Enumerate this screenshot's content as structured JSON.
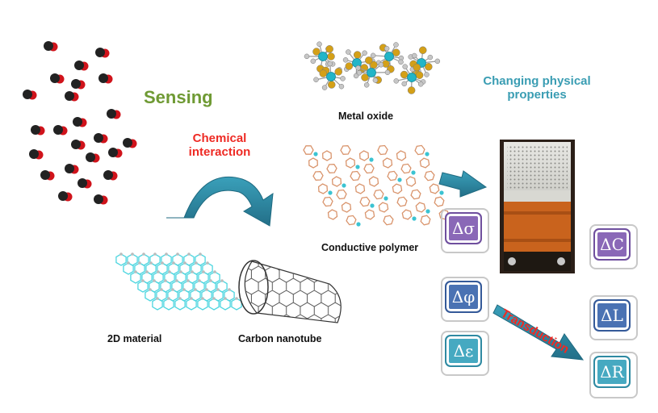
{
  "labels": {
    "sensing": "Sensing",
    "chemical_interaction": "Chemical interaction",
    "changing_physical_properties": "Changing physical properties",
    "metal_oxide": "Metal oxide",
    "conductive_polymer": "Conductive polymer",
    "material_2d": "2D material",
    "carbon_nanotube": "Carbon nanotube",
    "transduction": "Transduction"
  },
  "badges": {
    "sigma": "Δσ",
    "phi": "Δφ",
    "epsilon": "Δε",
    "C": "ΔC",
    "L": "ΔL",
    "R": "ΔR"
  },
  "colors": {
    "sensing": "#6f9a34",
    "red_text": "#ee2a24",
    "teal_text": "#3a9db3",
    "arrow": "#2e8aa3",
    "graphene": "#4fd6e0",
    "polymer": "#d9946c"
  }
}
